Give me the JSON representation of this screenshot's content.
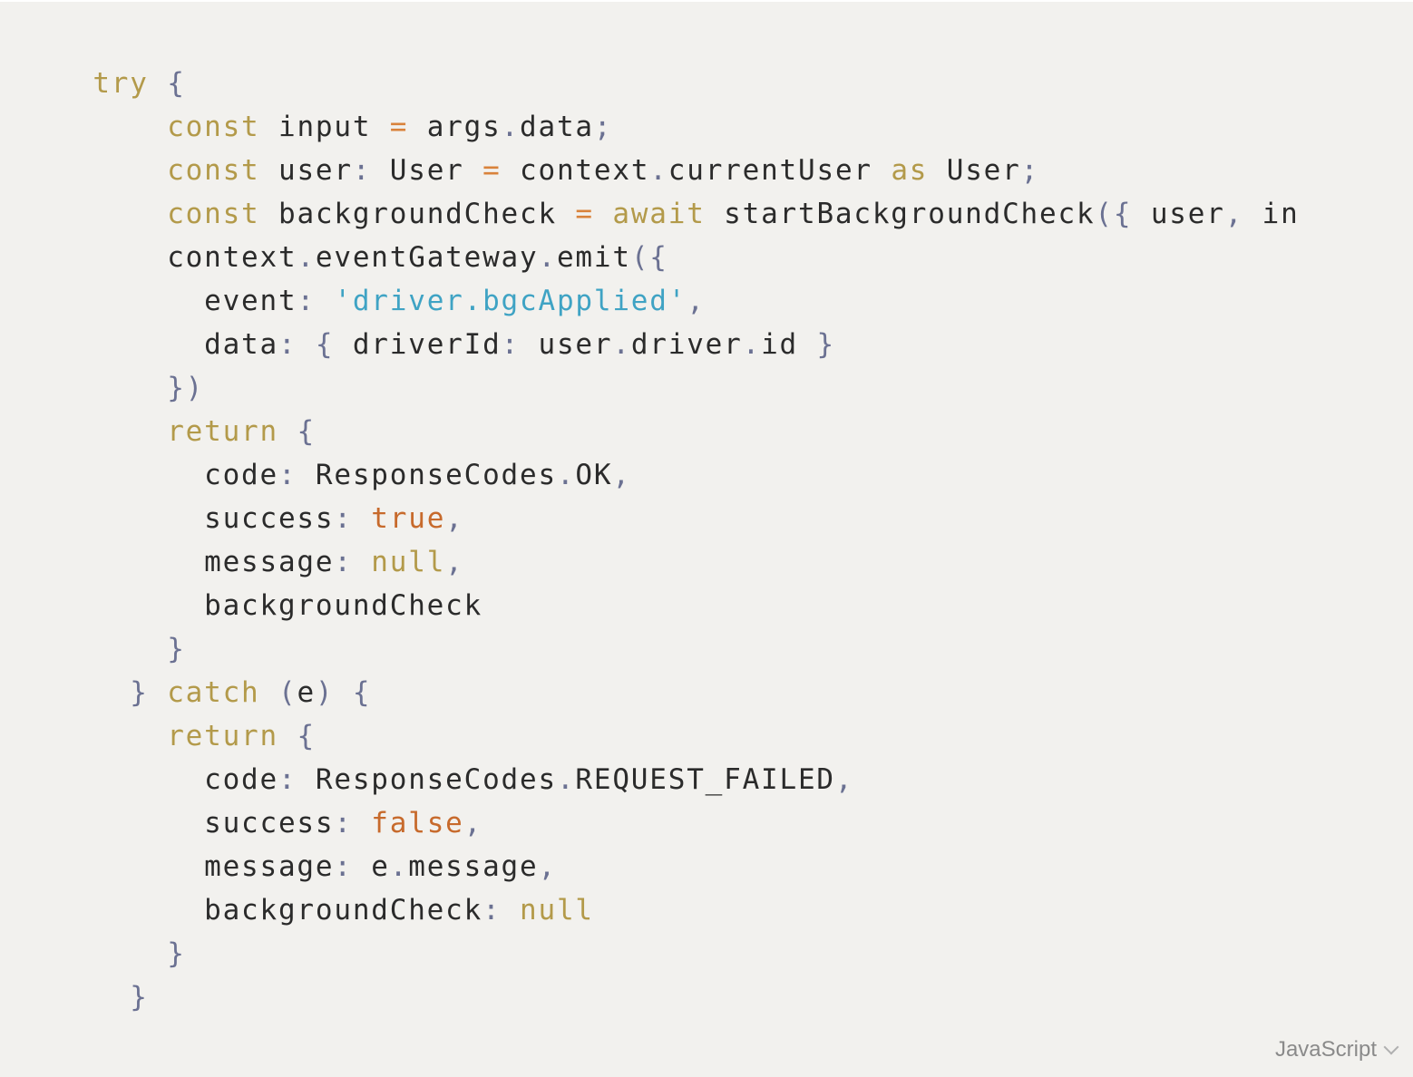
{
  "code": {
    "lines": [
      {
        "indent": "     ",
        "tokens": [
          {
            "t": "try",
            "c": "kw"
          },
          {
            "t": " ",
            "c": "id"
          },
          {
            "t": "{",
            "c": "punc"
          }
        ]
      },
      {
        "indent": "         ",
        "tokens": [
          {
            "t": "const",
            "c": "kw"
          },
          {
            "t": " input ",
            "c": "id"
          },
          {
            "t": "=",
            "c": "op"
          },
          {
            "t": " args",
            "c": "id"
          },
          {
            "t": ".",
            "c": "punc"
          },
          {
            "t": "data",
            "c": "id"
          },
          {
            "t": ";",
            "c": "punc"
          }
        ]
      },
      {
        "indent": "         ",
        "tokens": [
          {
            "t": "const",
            "c": "kw"
          },
          {
            "t": " user",
            "c": "id"
          },
          {
            "t": ":",
            "c": "punc"
          },
          {
            "t": " User ",
            "c": "id"
          },
          {
            "t": "=",
            "c": "op"
          },
          {
            "t": " context",
            "c": "id"
          },
          {
            "t": ".",
            "c": "punc"
          },
          {
            "t": "currentUser ",
            "c": "id"
          },
          {
            "t": "as",
            "c": "kw"
          },
          {
            "t": " User",
            "c": "id"
          },
          {
            "t": ";",
            "c": "punc"
          }
        ]
      },
      {
        "indent": "         ",
        "tokens": [
          {
            "t": "const",
            "c": "kw"
          },
          {
            "t": " backgroundCheck ",
            "c": "id"
          },
          {
            "t": "=",
            "c": "op"
          },
          {
            "t": " ",
            "c": "id"
          },
          {
            "t": "await",
            "c": "kw"
          },
          {
            "t": " startBackgroundCheck",
            "c": "id"
          },
          {
            "t": "({",
            "c": "punc"
          },
          {
            "t": " user",
            "c": "id"
          },
          {
            "t": ",",
            "c": "punc"
          },
          {
            "t": " in",
            "c": "id"
          }
        ]
      },
      {
        "indent": "         ",
        "tokens": [
          {
            "t": "context",
            "c": "id"
          },
          {
            "t": ".",
            "c": "punc"
          },
          {
            "t": "eventGateway",
            "c": "id"
          },
          {
            "t": ".",
            "c": "punc"
          },
          {
            "t": "emit",
            "c": "id"
          },
          {
            "t": "({",
            "c": "punc"
          }
        ]
      },
      {
        "indent": "           ",
        "tokens": [
          {
            "t": "event",
            "c": "id"
          },
          {
            "t": ":",
            "c": "punc"
          },
          {
            "t": " ",
            "c": "id"
          },
          {
            "t": "'driver.bgcApplied'",
            "c": "str"
          },
          {
            "t": ",",
            "c": "punc"
          }
        ]
      },
      {
        "indent": "           ",
        "tokens": [
          {
            "t": "data",
            "c": "id"
          },
          {
            "t": ":",
            "c": "punc"
          },
          {
            "t": " ",
            "c": "id"
          },
          {
            "t": "{",
            "c": "punc"
          },
          {
            "t": " driverId",
            "c": "id"
          },
          {
            "t": ":",
            "c": "punc"
          },
          {
            "t": " user",
            "c": "id"
          },
          {
            "t": ".",
            "c": "punc"
          },
          {
            "t": "driver",
            "c": "id"
          },
          {
            "t": ".",
            "c": "punc"
          },
          {
            "t": "id ",
            "c": "id"
          },
          {
            "t": "}",
            "c": "punc"
          }
        ]
      },
      {
        "indent": "         ",
        "tokens": [
          {
            "t": "})",
            "c": "punc"
          }
        ]
      },
      {
        "indent": "         ",
        "tokens": [
          {
            "t": "return",
            "c": "kw"
          },
          {
            "t": " ",
            "c": "id"
          },
          {
            "t": "{",
            "c": "punc"
          }
        ]
      },
      {
        "indent": "           ",
        "tokens": [
          {
            "t": "code",
            "c": "id"
          },
          {
            "t": ":",
            "c": "punc"
          },
          {
            "t": " ResponseCodes",
            "c": "id"
          },
          {
            "t": ".",
            "c": "punc"
          },
          {
            "t": "OK",
            "c": "id"
          },
          {
            "t": ",",
            "c": "punc"
          }
        ]
      },
      {
        "indent": "           ",
        "tokens": [
          {
            "t": "success",
            "c": "id"
          },
          {
            "t": ":",
            "c": "punc"
          },
          {
            "t": " ",
            "c": "id"
          },
          {
            "t": "true",
            "c": "bool"
          },
          {
            "t": ",",
            "c": "punc"
          }
        ]
      },
      {
        "indent": "           ",
        "tokens": [
          {
            "t": "message",
            "c": "id"
          },
          {
            "t": ":",
            "c": "punc"
          },
          {
            "t": " ",
            "c": "id"
          },
          {
            "t": "null",
            "c": "null"
          },
          {
            "t": ",",
            "c": "punc"
          }
        ]
      },
      {
        "indent": "           ",
        "tokens": [
          {
            "t": "backgroundCheck",
            "c": "id"
          }
        ]
      },
      {
        "indent": "         ",
        "tokens": [
          {
            "t": "}",
            "c": "punc"
          }
        ]
      },
      {
        "indent": "       ",
        "tokens": [
          {
            "t": "}",
            "c": "punc"
          },
          {
            "t": " ",
            "c": "id"
          },
          {
            "t": "catch",
            "c": "kw"
          },
          {
            "t": " ",
            "c": "id"
          },
          {
            "t": "(",
            "c": "punc"
          },
          {
            "t": "e",
            "c": "id"
          },
          {
            "t": ")",
            "c": "punc"
          },
          {
            "t": " ",
            "c": "id"
          },
          {
            "t": "{",
            "c": "punc"
          }
        ]
      },
      {
        "indent": "         ",
        "tokens": [
          {
            "t": "return",
            "c": "kw"
          },
          {
            "t": " ",
            "c": "id"
          },
          {
            "t": "{",
            "c": "punc"
          }
        ]
      },
      {
        "indent": "           ",
        "tokens": [
          {
            "t": "code",
            "c": "id"
          },
          {
            "t": ":",
            "c": "punc"
          },
          {
            "t": " ResponseCodes",
            "c": "id"
          },
          {
            "t": ".",
            "c": "punc"
          },
          {
            "t": "REQUEST_FAILED",
            "c": "id"
          },
          {
            "t": ",",
            "c": "punc"
          }
        ]
      },
      {
        "indent": "           ",
        "tokens": [
          {
            "t": "success",
            "c": "id"
          },
          {
            "t": ":",
            "c": "punc"
          },
          {
            "t": " ",
            "c": "id"
          },
          {
            "t": "false",
            "c": "bool"
          },
          {
            "t": ",",
            "c": "punc"
          }
        ]
      },
      {
        "indent": "           ",
        "tokens": [
          {
            "t": "message",
            "c": "id"
          },
          {
            "t": ":",
            "c": "punc"
          },
          {
            "t": " e",
            "c": "id"
          },
          {
            "t": ".",
            "c": "punc"
          },
          {
            "t": "message",
            "c": "id"
          },
          {
            "t": ",",
            "c": "punc"
          }
        ]
      },
      {
        "indent": "           ",
        "tokens": [
          {
            "t": "backgroundCheck",
            "c": "id"
          },
          {
            "t": ":",
            "c": "punc"
          },
          {
            "t": " ",
            "c": "id"
          },
          {
            "t": "null",
            "c": "null"
          }
        ]
      },
      {
        "indent": "         ",
        "tokens": [
          {
            "t": "}",
            "c": "punc"
          }
        ]
      },
      {
        "indent": "       ",
        "tokens": [
          {
            "t": "}",
            "c": "punc"
          }
        ]
      }
    ]
  },
  "language_selector": {
    "label": "JavaScript",
    "icon": "chevron-down-icon"
  },
  "colors": {
    "background": "#f2f1ee",
    "keyword": "#b39a4a",
    "operator": "#d9823b",
    "punctuation": "#6b7192",
    "string": "#3fa3c4",
    "boolean": "#c76a2c",
    "identifier": "#2b2b2b"
  }
}
